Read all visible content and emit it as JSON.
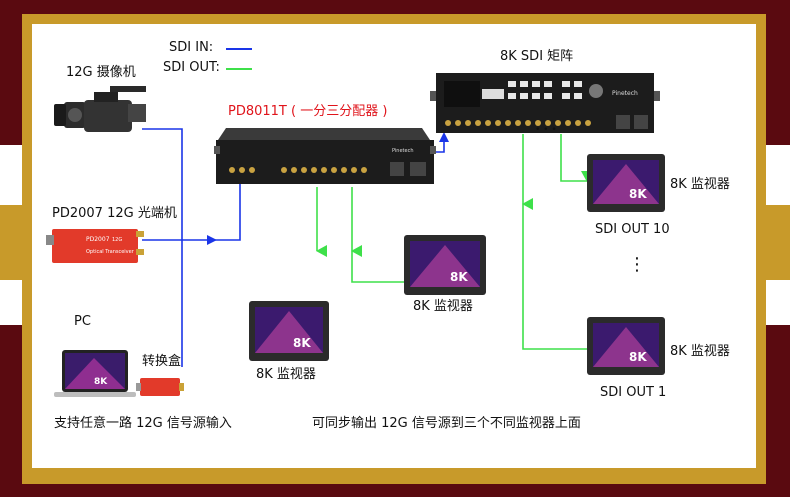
{
  "colors": {
    "sdi_in": "#1a35e8",
    "sdi_out": "#3ee04a",
    "accent_red": "#e0141b",
    "frame_gold": "#c89a2a",
    "bg_maroon": "#5a0a10"
  },
  "legend": {
    "in_label": "SDI IN:",
    "out_label": "SDI OUT:"
  },
  "sources": {
    "camera": "12G 摄像机",
    "fiber": "PD2007 12G 光端机",
    "pc": "PC",
    "converter": "转换盒",
    "caption": "支持任意一路 12G 信号源输入"
  },
  "distributor": {
    "title": "PD8011T ( 一分三分配器 )",
    "brand": "Pinetech"
  },
  "matrix": {
    "title": "8K SDI 矩阵",
    "brand": "Pinetech"
  },
  "monitors": {
    "label": "8K 监视器",
    "screen_text": "8K",
    "out10": "SDI OUT 10",
    "out1": "SDI OUT 1",
    "ellipsis_h": "• • •",
    "ellipsis_v": "⋮"
  },
  "caption_bottom": "可同步输出 12G 信号源到三个不同监视器上面",
  "fiber_device": {
    "model": "PD2007",
    "text": "Optical Transceiver",
    "tag": "12G"
  }
}
